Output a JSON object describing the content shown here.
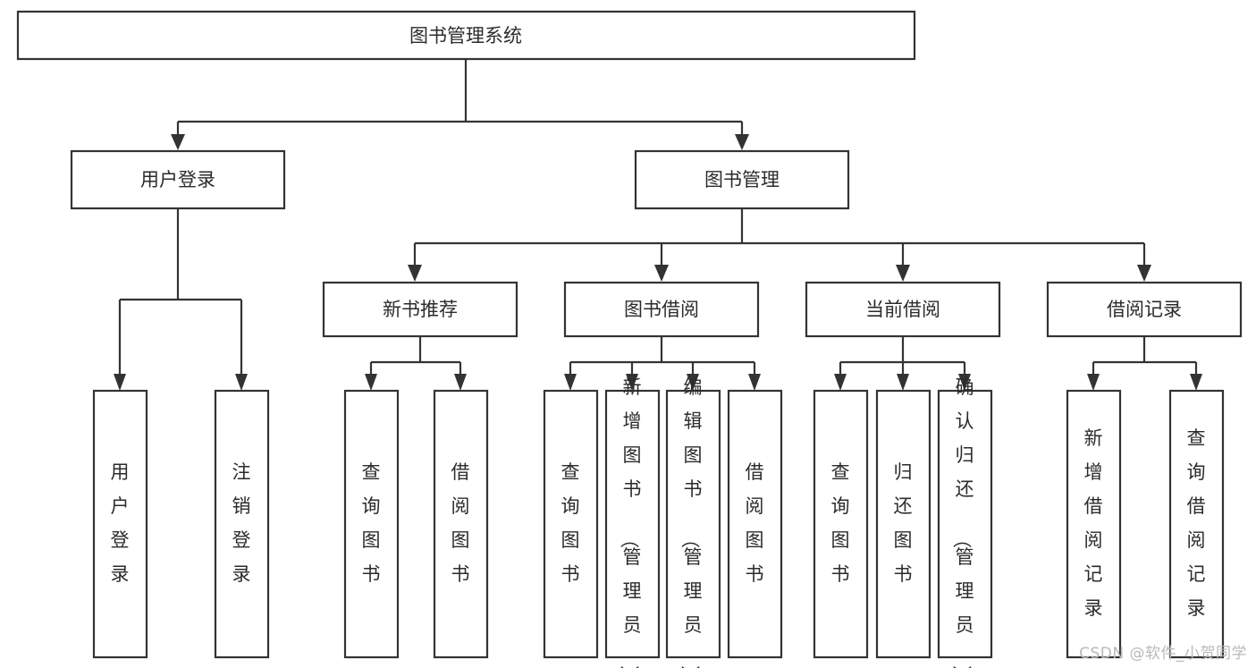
{
  "diagram": {
    "type": "tree",
    "title": "图书管理系统",
    "watermark": "CSDN @软件_小贺同学",
    "colors": {
      "box_fill": "#ffffff",
      "box_stroke": "#333333",
      "text": "#2b2b2b",
      "watermark": "#b9b9b9",
      "background": "#ffffff"
    },
    "levels": {
      "root": "图书管理系统",
      "level2": [
        "用户登录",
        "图书管理"
      ],
      "level3": [
        "新书推荐",
        "图书借阅",
        "当前借阅",
        "借阅记录"
      ]
    },
    "nodes": {
      "root": {
        "label": "图书管理系统",
        "orientation": "horizontal"
      },
      "n_user_login": {
        "label": "用户登录",
        "orientation": "horizontal"
      },
      "n_book_mgmt": {
        "label": "图书管理",
        "orientation": "horizontal"
      },
      "n_new_book": {
        "label": "新书推荐",
        "orientation": "horizontal"
      },
      "n_borrow": {
        "label": "图书借阅",
        "orientation": "horizontal"
      },
      "n_current": {
        "label": "当前借阅",
        "orientation": "horizontal"
      },
      "n_records": {
        "label": "借阅记录",
        "orientation": "horizontal"
      },
      "leaf_user_login": {
        "label": "用户登录",
        "orientation": "vertical"
      },
      "leaf_logout": {
        "label": "注销登录",
        "orientation": "vertical"
      },
      "leaf_query_book_1": {
        "label": "查询图书",
        "orientation": "vertical"
      },
      "leaf_borrow_book_1": {
        "label": "借阅图书",
        "orientation": "vertical"
      },
      "leaf_query_book_2": {
        "label": "查询图书",
        "orientation": "vertical"
      },
      "leaf_add_book": {
        "label": "新增图书（管理员）",
        "orientation": "vertical"
      },
      "leaf_edit_book": {
        "label": "编辑图书（管理员）",
        "orientation": "vertical"
      },
      "leaf_borrow_book_2": {
        "label": "借阅图书",
        "orientation": "vertical"
      },
      "leaf_query_book_3": {
        "label": "查询图书",
        "orientation": "vertical"
      },
      "leaf_return_book": {
        "label": "归还图书",
        "orientation": "vertical"
      },
      "leaf_confirm_return": {
        "label": "确认归还（管理员）",
        "orientation": "vertical"
      },
      "leaf_add_record": {
        "label": "新增借阅记录",
        "orientation": "vertical"
      },
      "leaf_query_record": {
        "label": "查询借阅记录",
        "orientation": "vertical"
      }
    },
    "edges": [
      {
        "from": "root",
        "to": "n_user_login"
      },
      {
        "from": "root",
        "to": "n_book_mgmt"
      },
      {
        "from": "n_user_login",
        "to": "leaf_user_login"
      },
      {
        "from": "n_user_login",
        "to": "leaf_logout"
      },
      {
        "from": "n_book_mgmt",
        "to": "n_new_book"
      },
      {
        "from": "n_book_mgmt",
        "to": "n_borrow"
      },
      {
        "from": "n_book_mgmt",
        "to": "n_current"
      },
      {
        "from": "n_book_mgmt",
        "to": "n_records"
      },
      {
        "from": "n_new_book",
        "to": "leaf_query_book_1"
      },
      {
        "from": "n_new_book",
        "to": "leaf_borrow_book_1"
      },
      {
        "from": "n_borrow",
        "to": "leaf_query_book_2"
      },
      {
        "from": "n_borrow",
        "to": "leaf_add_book"
      },
      {
        "from": "n_borrow",
        "to": "leaf_edit_book"
      },
      {
        "from": "n_borrow",
        "to": "leaf_borrow_book_2"
      },
      {
        "from": "n_current",
        "to": "leaf_query_book_3"
      },
      {
        "from": "n_current",
        "to": "leaf_return_book"
      },
      {
        "from": "n_current",
        "to": "leaf_confirm_return"
      },
      {
        "from": "n_records",
        "to": "leaf_add_record"
      },
      {
        "from": "n_records",
        "to": "leaf_query_record"
      }
    ]
  }
}
